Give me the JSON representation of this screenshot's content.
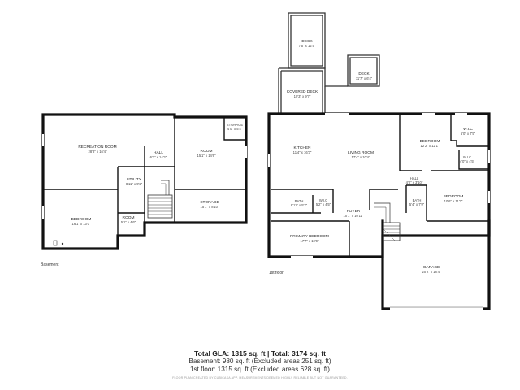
{
  "floors": {
    "basement": {
      "name": "Basement",
      "rooms": {
        "recreation_room": {
          "name": "RECREATION ROOM",
          "dims": "28'8\" x 16'4\""
        },
        "hall": {
          "name": "HALL",
          "dims": "6'2\" x 14'2\""
        },
        "room_upper": {
          "name": "ROOM",
          "dims": "15'1\" x 14'6\""
        },
        "storage_small": {
          "name": "STORAGE",
          "dims": "4'0\" x 5'4\""
        },
        "utility": {
          "name": "UTILITY",
          "dims": "8'11\" x 9'2\""
        },
        "storage": {
          "name": "STORAGE",
          "dims": "15'1\" x 8'10\""
        },
        "bedroom": {
          "name": "BEDROOM",
          "dims": "16'1\" x 13'0\""
        },
        "room_small": {
          "name": "ROOM",
          "dims": "5'1\" x 4'6\""
        }
      }
    },
    "first": {
      "name": "1st floor",
      "rooms": {
        "deck_upper": {
          "name": "DECK",
          "dims": "7'5\" x 12'5\""
        },
        "deck_lower": {
          "name": "DECK",
          "dims": "11'7\" x 6'4\""
        },
        "covered_deck": {
          "name": "COVERED DECK",
          "dims": "10'3\" x 9'7\""
        },
        "kitchen": {
          "name": "KITCHEN",
          "dims": "11'4\" x 16'3\""
        },
        "living_room": {
          "name": "LIVING ROOM",
          "dims": "17'4\" x 10'4\""
        },
        "bedroom_1": {
          "name": "BEDROOM",
          "dims": "12'2\" x 12'1\""
        },
        "wic_1": {
          "name": "W.I.C",
          "dims": "5'0\" x 7'5\""
        },
        "wic_2": {
          "name": "W.I.C",
          "dims": "4'0\" x 4'5\""
        },
        "hall": {
          "name": "HALL",
          "dims": "4'0\" x 3'10\""
        },
        "bath_1": {
          "name": "BATH",
          "dims": "8'11\" x 5'2\""
        },
        "wic_3": {
          "name": "W.I.C",
          "dims": "5'2\" x 4'5\""
        },
        "foyer": {
          "name": "FOYER",
          "dims": "10'1\" x 10'11\""
        },
        "bath_2": {
          "name": "BATH",
          "dims": "5'4\" x 7'9\""
        },
        "bedroom_2": {
          "name": "BEDROOM",
          "dims": "10'6\" x 11'2\""
        },
        "primary_bedroom": {
          "name": "PRIMARY BEDROOM",
          "dims": "17'7\" x 10'0\""
        },
        "garage": {
          "name": "GARAGE",
          "dims": "20'2\" x 18'4\""
        }
      }
    }
  },
  "summary": {
    "total": "Total GLA: 1315 sq. ft | Total: 3174 sq. ft",
    "basement": "Basement: 980 sq. ft (Excluded areas 251 sq. ft)",
    "first": "1st floor: 1315 sq. ft (Excluded areas 628 sq. ft)",
    "disclaimer": "FLOOR PLAN CREATED BY CUBICASA APP. MEASUREMENTS DEEMED HIGHLY RELIABLE BUT NOT GUARANTEED."
  }
}
